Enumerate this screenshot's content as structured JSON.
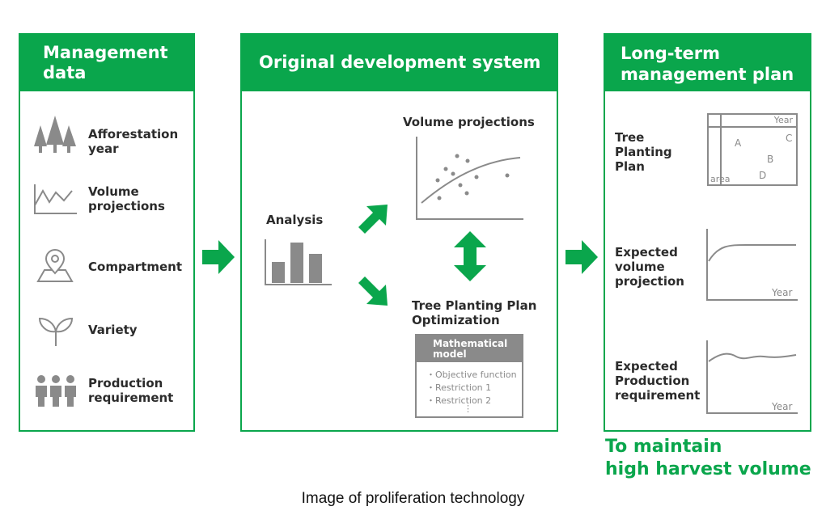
{
  "management": {
    "title_line1": "Management",
    "title_line2": "data",
    "items": [
      {
        "line1": "Afforestation",
        "line2": "year",
        "icon": "trees-icon"
      },
      {
        "line1": "Volume",
        "line2": "projections",
        "icon": "line-chart-icon"
      },
      {
        "line1": "Compartment",
        "line2": "",
        "icon": "map-pin-icon"
      },
      {
        "line1": "Variety",
        "line2": "",
        "icon": "sprout-icon"
      },
      {
        "line1": "Production",
        "line2": "requirement",
        "icon": "people-icon"
      }
    ]
  },
  "system": {
    "title": "Original development system",
    "analysis": "Analysis",
    "volume_projections": "Volume projections",
    "optimization_line1": "Tree Planting Plan",
    "optimization_line2": "Optimization",
    "model_title_line1": "Mathematical",
    "model_title_line2": "model",
    "model_items": [
      "・Objective function",
      "・Restriction 1",
      "・Restriction 2"
    ],
    "model_more": "⋮"
  },
  "plan": {
    "title_line1": "Long-term",
    "title_line2": "management plan",
    "tree_planting": {
      "line1": "Tree",
      "line2": "Planting",
      "line3": "Plan",
      "year": "Year",
      "area": "area",
      "a": "A",
      "b": "B",
      "c": "C",
      "d": "D"
    },
    "expected_volume": {
      "line1": "Expected",
      "line2": "volume",
      "line3": "projection",
      "year": "Year"
    },
    "expected_production": {
      "line1": "Expected",
      "line2": "Production",
      "line3": "requirement",
      "year": "Year"
    }
  },
  "goal_line1": "To maintain",
  "goal_line2": "high harvest volume",
  "caption": "Image of proliferation technology",
  "colors": {
    "green": "#0aa64c",
    "gray": "#8a8a8a"
  }
}
